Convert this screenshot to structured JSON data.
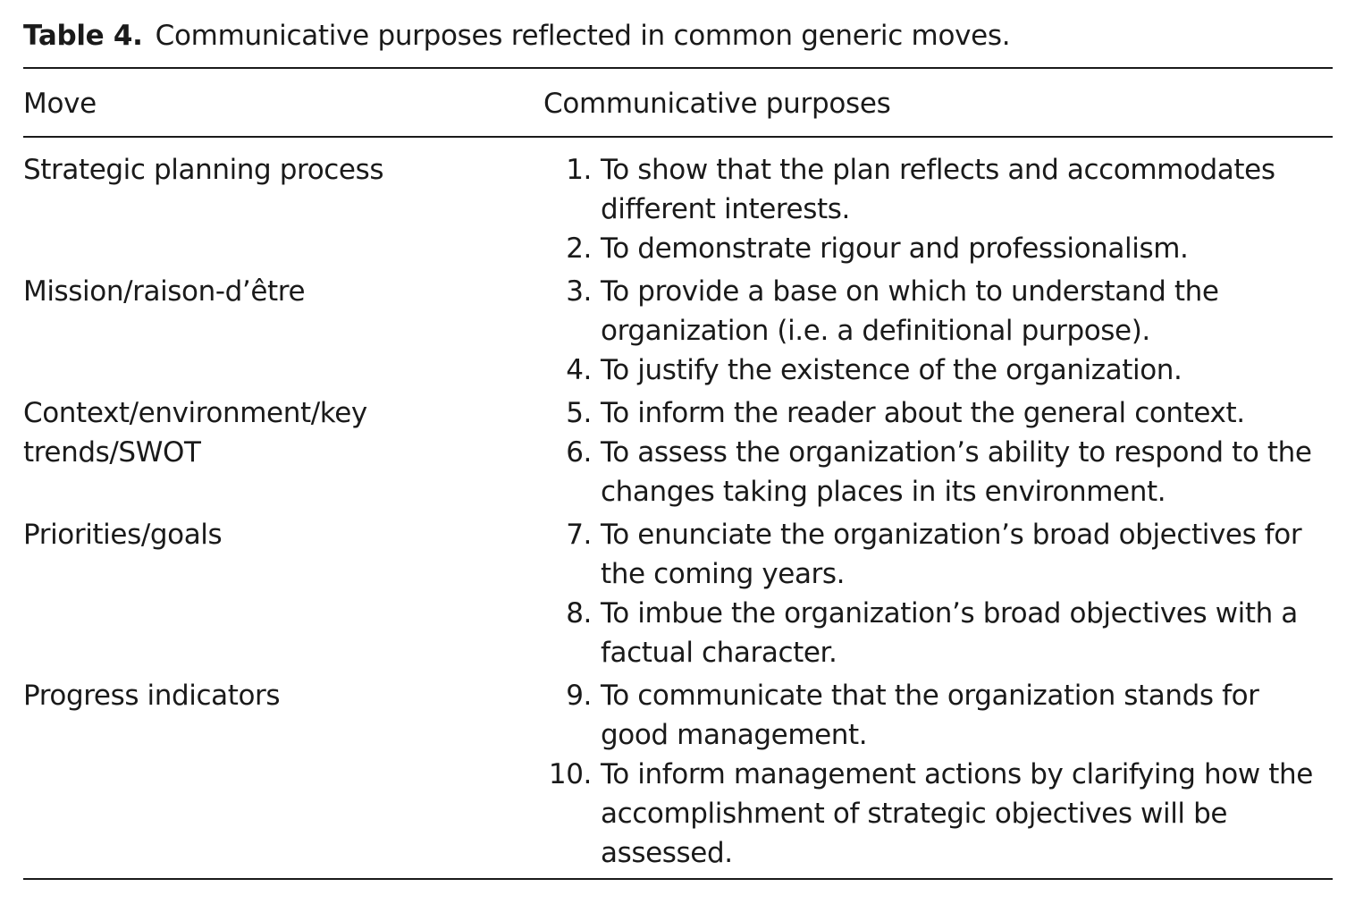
{
  "caption": {
    "label": "Table 4.",
    "title": "Communicative purposes reflected in common generic moves."
  },
  "table": {
    "headers": [
      "Move",
      "Communicative purposes"
    ],
    "rows": [
      {
        "move": "Strategic planning process",
        "purposes": [
          {
            "num": "1.",
            "text": "To show that the plan reflects and accommodates different interests."
          },
          {
            "num": "2.",
            "text": "To demonstrate rigour and professionalism."
          }
        ]
      },
      {
        "move": "Mission/raison-d’être",
        "purposes": [
          {
            "num": "3.",
            "text": "To provide a base on which to understand the organization (i.e. a definitional purpose)."
          },
          {
            "num": "4.",
            "text": "To justify the existence of the organization."
          }
        ]
      },
      {
        "move": "Context/environment/key trends/SWOT",
        "purposes": [
          {
            "num": "5.",
            "text": "To inform the reader about the general context."
          },
          {
            "num": "6.",
            "text": "To assess the organization’s ability to respond to the changes taking places in its environment."
          }
        ]
      },
      {
        "move": "Priorities/goals",
        "purposes": [
          {
            "num": "7.",
            "text": "To enunciate the organization’s broad objectives for the coming years."
          },
          {
            "num": "8.",
            "text": "To imbue the organization’s broad objectives with a factual character."
          }
        ]
      },
      {
        "move": "Progress indicators",
        "purposes": [
          {
            "num": "9.",
            "text": "To communicate that the organization stands for good management."
          },
          {
            "num": "10.",
            "text": "To inform management actions by clarifying how the accomplishment of strategic objectives will be assessed."
          }
        ]
      }
    ]
  }
}
